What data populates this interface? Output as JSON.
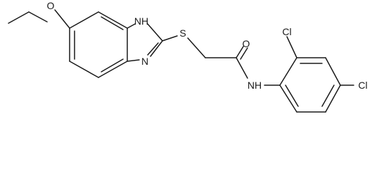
{
  "atoms": {
    "O_ether": "O",
    "NH_ring": "NH",
    "N_ring": "N",
    "S_thio": "S",
    "O_carbonyl": "O",
    "NH_amide": "NH",
    "Cl_ortho": "Cl",
    "Cl_para": "Cl"
  }
}
